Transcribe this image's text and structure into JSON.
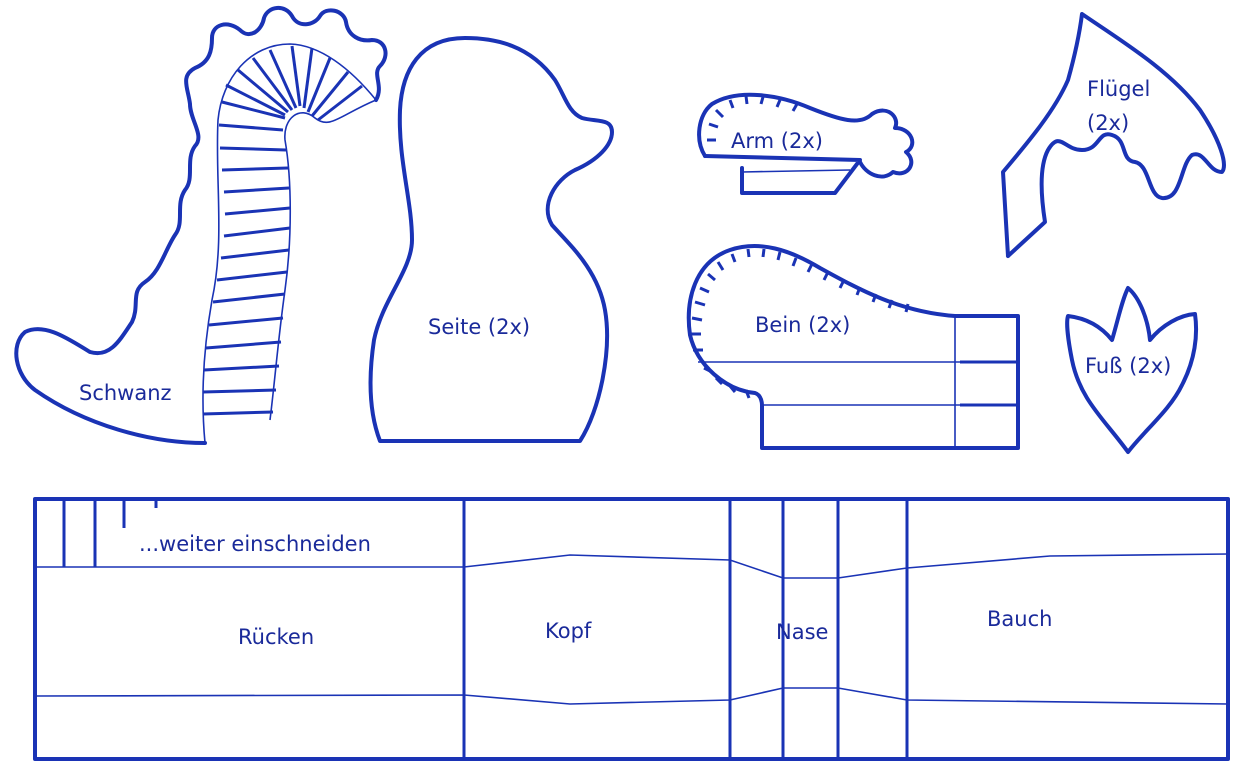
{
  "labels": {
    "tail": "Schwanz",
    "side": "Seite (2x)",
    "arm": "Arm (2x)",
    "leg": "Bein (2x)",
    "wing_line1": "Flügel",
    "wing_line2": "(2x)",
    "foot": "Fuß (2x)",
    "cut_note": "...weiter einschneiden",
    "back": "Rücken",
    "head": "Kopf",
    "nose": "Nase",
    "belly": "Bauch"
  },
  "colors": {
    "outline": "#1a33b5",
    "text": "#1a2a9a",
    "background": "#ffffff"
  }
}
